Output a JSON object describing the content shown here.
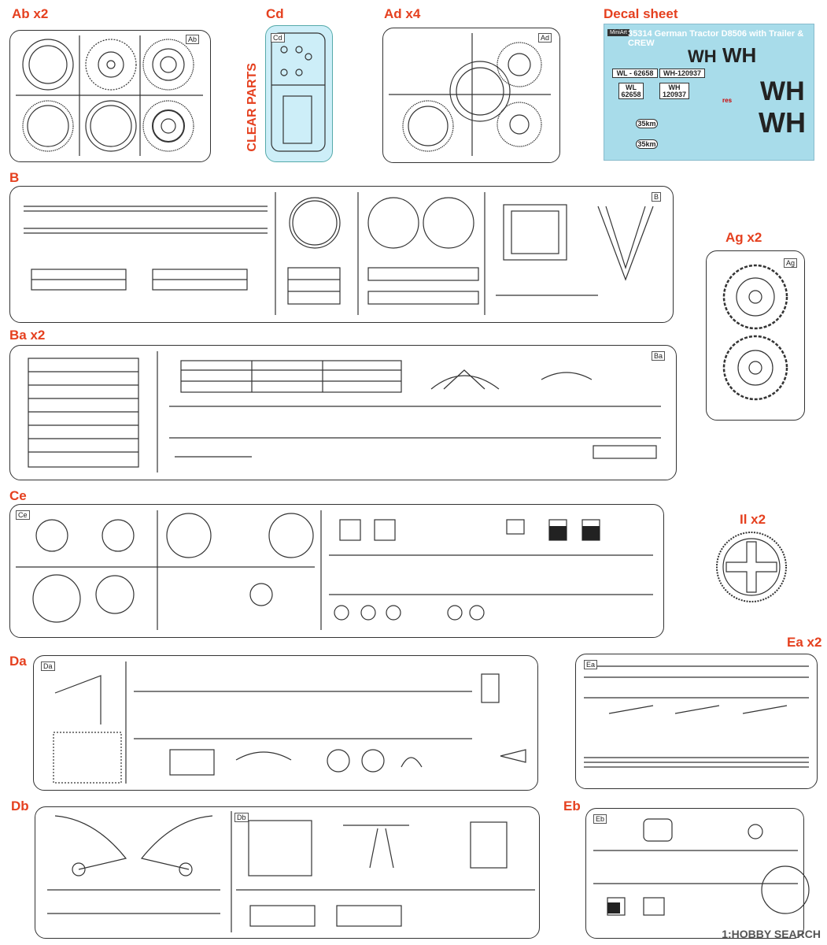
{
  "labels": {
    "ab": "Ab x2",
    "cd": "Cd",
    "clear_parts": "CLEAR PARTS",
    "ad": "Ad x4",
    "decal_sheet": "Decal sheet",
    "b": "B",
    "ag": "Ag x2",
    "ba": "Ba x2",
    "ce": "Ce",
    "ll": "Il x2",
    "da": "Da",
    "ea": "Ea x2",
    "db": "Db",
    "eb": "Eb"
  },
  "decal": {
    "brand": "MiniArt",
    "title": "35314 German Tractor D8506 with Trailer & CREW",
    "wh1": "WH",
    "wh2": "WH",
    "wh3": "WH",
    "wh4": "WH",
    "plate_wl": "WL - 62658",
    "plate_wh": "WH-120937",
    "plate_wl2_a": "WL",
    "plate_wl2_b": "62658",
    "plate_wh2_a": "WH",
    "plate_wh2_b": "120937",
    "km1": "35km",
    "km2": "35km",
    "res": "res"
  },
  "sprue_letters": {
    "ab": "Ab",
    "cd": "Cd",
    "ad": "Ad",
    "b": "B",
    "ag": "Ag",
    "ba": "Ba",
    "ce": "Ce",
    "da": "Da",
    "ea": "Ea",
    "db": "Db",
    "eb": "Eb"
  },
  "watermark": "1:HOBBY SEARCH"
}
